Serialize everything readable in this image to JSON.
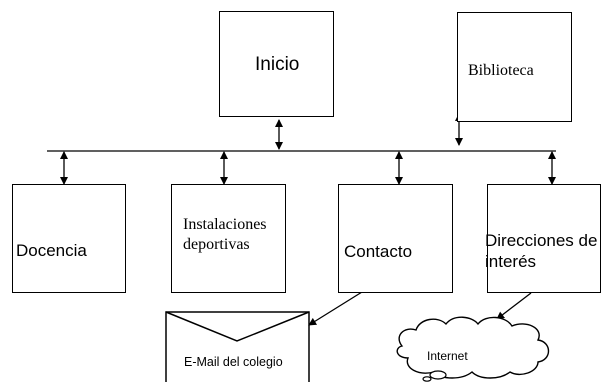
{
  "nodes": {
    "inicio": "Inicio",
    "biblioteca": "Biblioteca",
    "docencia": "Docencia",
    "instalaciones": [
      "Instalaciones",
      "deportivas"
    ],
    "contacto": "Contacto",
    "direcciones": [
      "Direcciones de",
      "interés"
    ],
    "email": "E-Mail del colegio",
    "internet": "Internet"
  }
}
